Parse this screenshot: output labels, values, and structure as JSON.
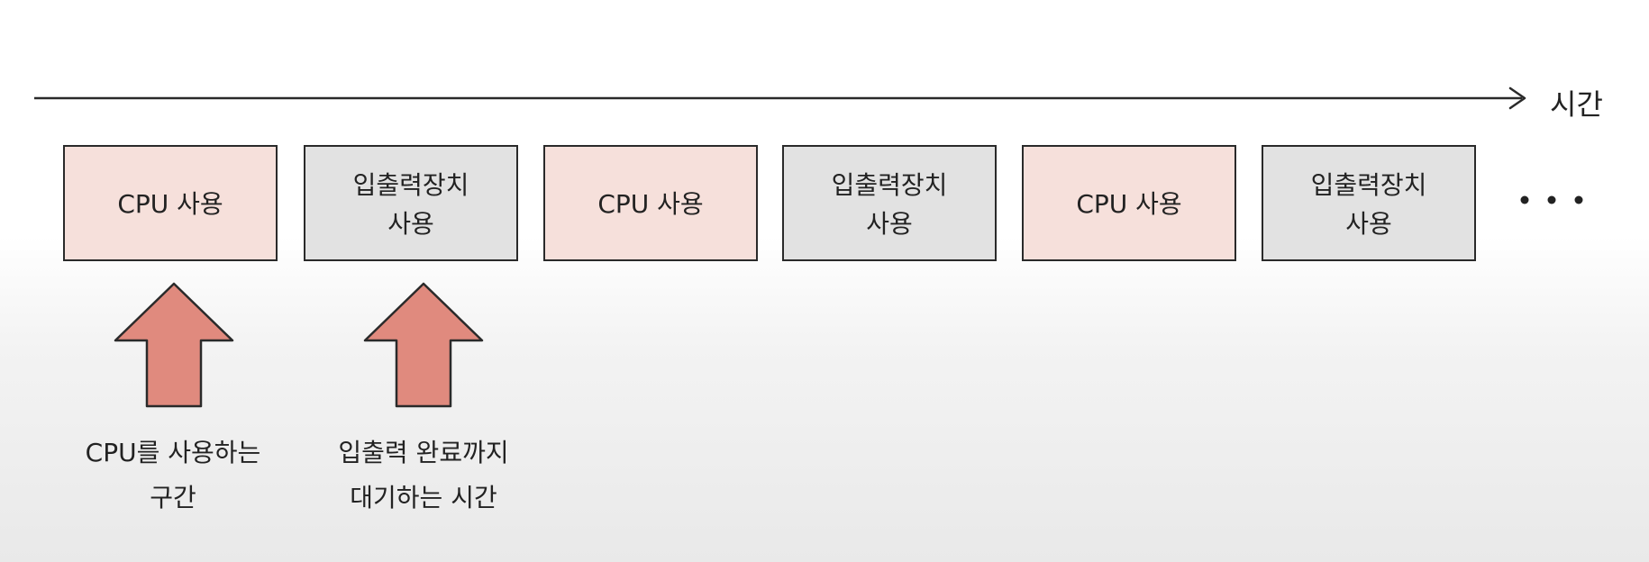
{
  "timeline": {
    "label": "시간"
  },
  "blocks": [
    {
      "label": "CPU 사용",
      "kind": "cpu"
    },
    {
      "label": "입출력장치\n사용",
      "kind": "io"
    },
    {
      "label": "CPU 사용",
      "kind": "cpu"
    },
    {
      "label": "입출력장치\n사용",
      "kind": "io"
    },
    {
      "label": "CPU 사용",
      "kind": "cpu"
    },
    {
      "label": "입출력장치\n사용",
      "kind": "io"
    }
  ],
  "ellipsis": "...",
  "annotations": [
    {
      "label": "CPU를 사용하는\n구간"
    },
    {
      "label": "입출력 완료까지\n대기하는 시간"
    }
  ],
  "colors": {
    "cpu_fill": "#f6e0db",
    "io_fill": "#e2e2e2",
    "arrow_fill": "#e08a7e",
    "stroke": "#2a2a2a"
  }
}
